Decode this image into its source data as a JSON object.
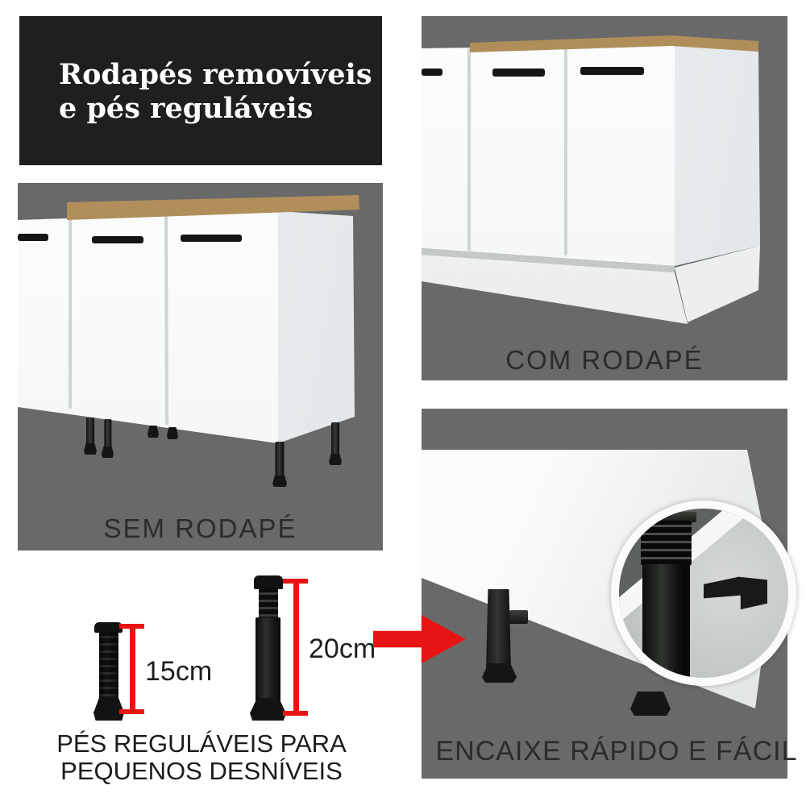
{
  "title": {
    "line1": "Rodapés removíveis",
    "line2": "e pés reguláveis"
  },
  "panels": {
    "sem_rodape": {
      "caption": "SEM RODAPÉ"
    },
    "com_rodape": {
      "caption": "COM RODAPÉ"
    },
    "encaixe": {
      "caption": "ENCAIXE RÁPIDO E FÁCIL"
    }
  },
  "feet_info": {
    "small_height": "15cm",
    "large_height": "20cm",
    "caption_line1": "PÉS REGULÁVEIS PARA",
    "caption_line2": "PEQUENOS DESNÍVEIS"
  },
  "icons": {
    "arrow": "red-arrow-right",
    "magnifier": "zoom-detail-circle"
  },
  "colors": {
    "accent_red": "#e81414",
    "panel_gray": "#696969",
    "title_bg": "#1e2020",
    "title_text": "#ffffff",
    "caption_text": "#2b2b2b",
    "wood_light": "#b3905c",
    "wood_mid": "#a08050",
    "wood_dark": "#8a6a42",
    "cabinet_white": "#fcfdfd",
    "cabinet_side": "#edf1f2",
    "foot_black": "#151515"
  }
}
